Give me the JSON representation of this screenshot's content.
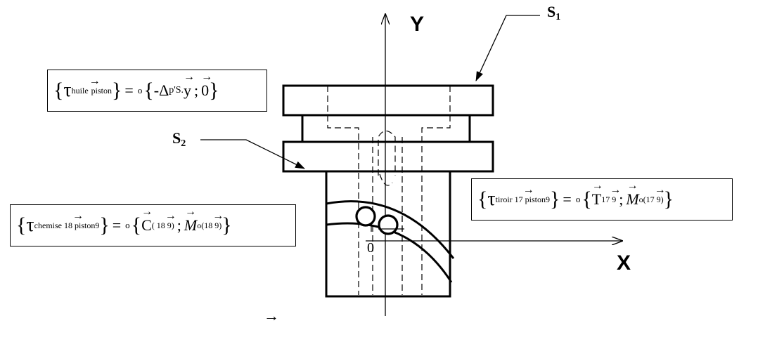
{
  "labels": {
    "s1": "S",
    "s1_sub": "1",
    "s2": "S",
    "s2_sub": "2",
    "axis_y": "Y",
    "axis_x": "X",
    "origin": "0",
    "stray_arrow": "→"
  },
  "formulas": {
    "huile": {
      "tau_sub": "huile",
      "tau_sub_arrow_target": "piston",
      "eq": "=",
      "point": "o",
      "term1": "-Δ",
      "term1_rest": "p'S.",
      "vec1": "y",
      "sep": ";",
      "vec2": "0"
    },
    "chemise": {
      "tau_sub": "chemise 18",
      "tau_sub_arrow_target": "piston9",
      "eq": "=",
      "point": "o",
      "vec1": "C",
      "vec1_sub": "( 18",
      "vec1_sub_target": "9)",
      "sep": ";",
      "vec2": "M",
      "vec2_sub": "o(18",
      "vec2_sub_target": "9)"
    },
    "tiroir": {
      "tau_sub": "tiroir 17",
      "tau_sub_arrow_target": "piston9",
      "eq": "=",
      "point": "o",
      "vec1": "T",
      "vec1_sub": " 17",
      "vec1_sub_target": "9",
      "sep": ";",
      "vec2": "M",
      "vec2_sub": "o(17",
      "vec2_sub_target": "9)"
    }
  }
}
